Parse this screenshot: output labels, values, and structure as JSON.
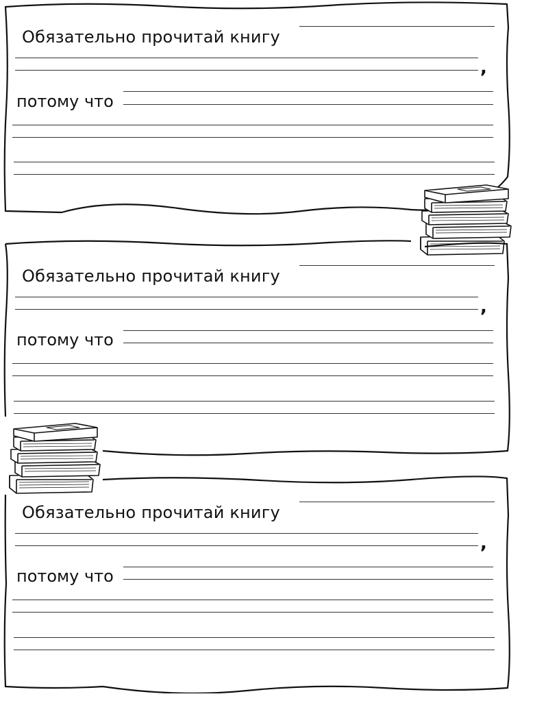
{
  "cards": [
    {
      "title": "Обязательно прочитай книгу",
      "comma": ",",
      "because": "потому что"
    },
    {
      "title": "Обязательно прочитай книгу",
      "comma": ",",
      "because": "потому что"
    },
    {
      "title": "Обязательно прочитай книгу",
      "comma": ",",
      "because": "потому что"
    }
  ],
  "decorations": [
    "books-stack-icon",
    "books-stack-icon"
  ],
  "colors": {
    "ink": "#111111",
    "paper": "#ffffff"
  }
}
